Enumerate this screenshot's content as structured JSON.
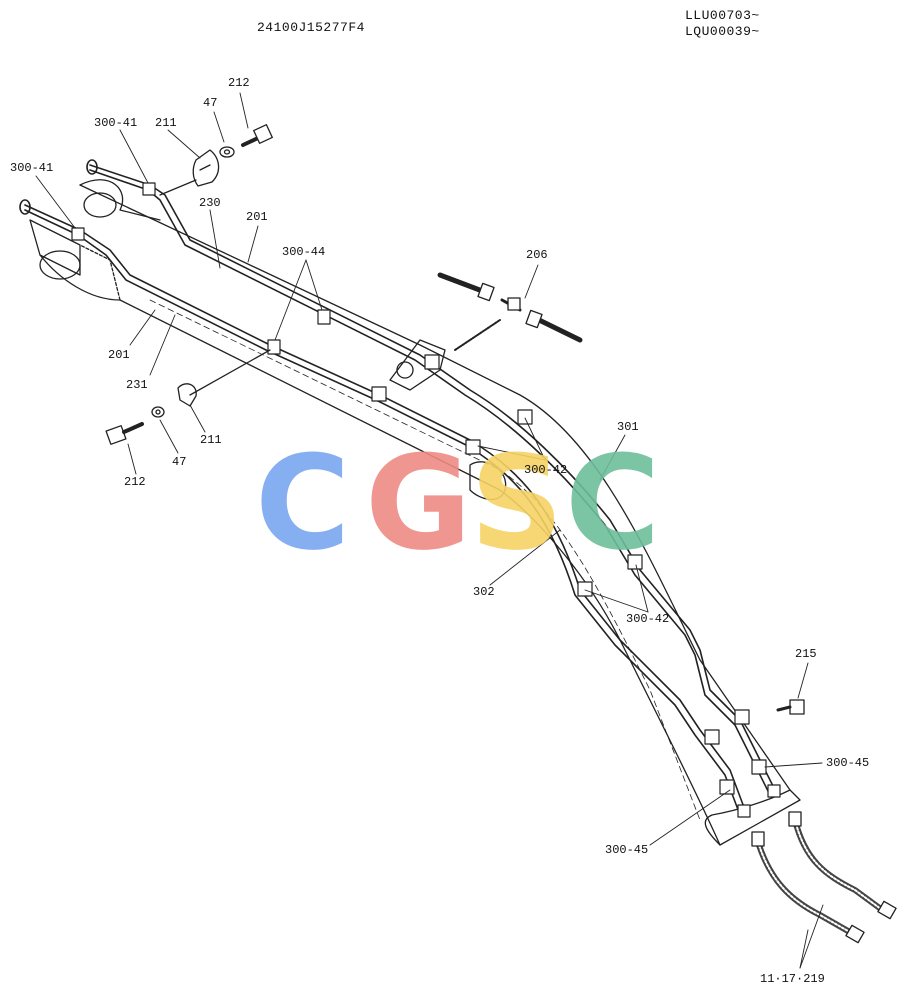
{
  "header": {
    "drawing_code": "24100J15277F4",
    "serial_range_1": "LLU00703~",
    "serial_range_2": "LQU00039~"
  },
  "labels": {
    "l_212_top": "212",
    "l_47_top": "47",
    "l_300_41_a": "300-41",
    "l_211_top": "211",
    "l_300_41_b": "300-41",
    "l_230": "230",
    "l_201_top": "201",
    "l_300_44": "300-44",
    "l_206": "206",
    "l_201_left": "201",
    "l_231": "231",
    "l_211_bottom": "211",
    "l_212_bottom": "212",
    "l_47_bottom": "47",
    "l_301": "301",
    "l_300_42_a": "300-42",
    "l_302": "302",
    "l_300_42_b": "300-42",
    "l_215": "215",
    "l_300_45_a": "300-45",
    "l_300_45_b": "300-45",
    "l_hoses": "11·17·219"
  },
  "watermark": {
    "text": "CGSC",
    "colors": [
      "#7aa7f0",
      "#ef8b84",
      "#f6d365",
      "#6dbe9b"
    ]
  }
}
